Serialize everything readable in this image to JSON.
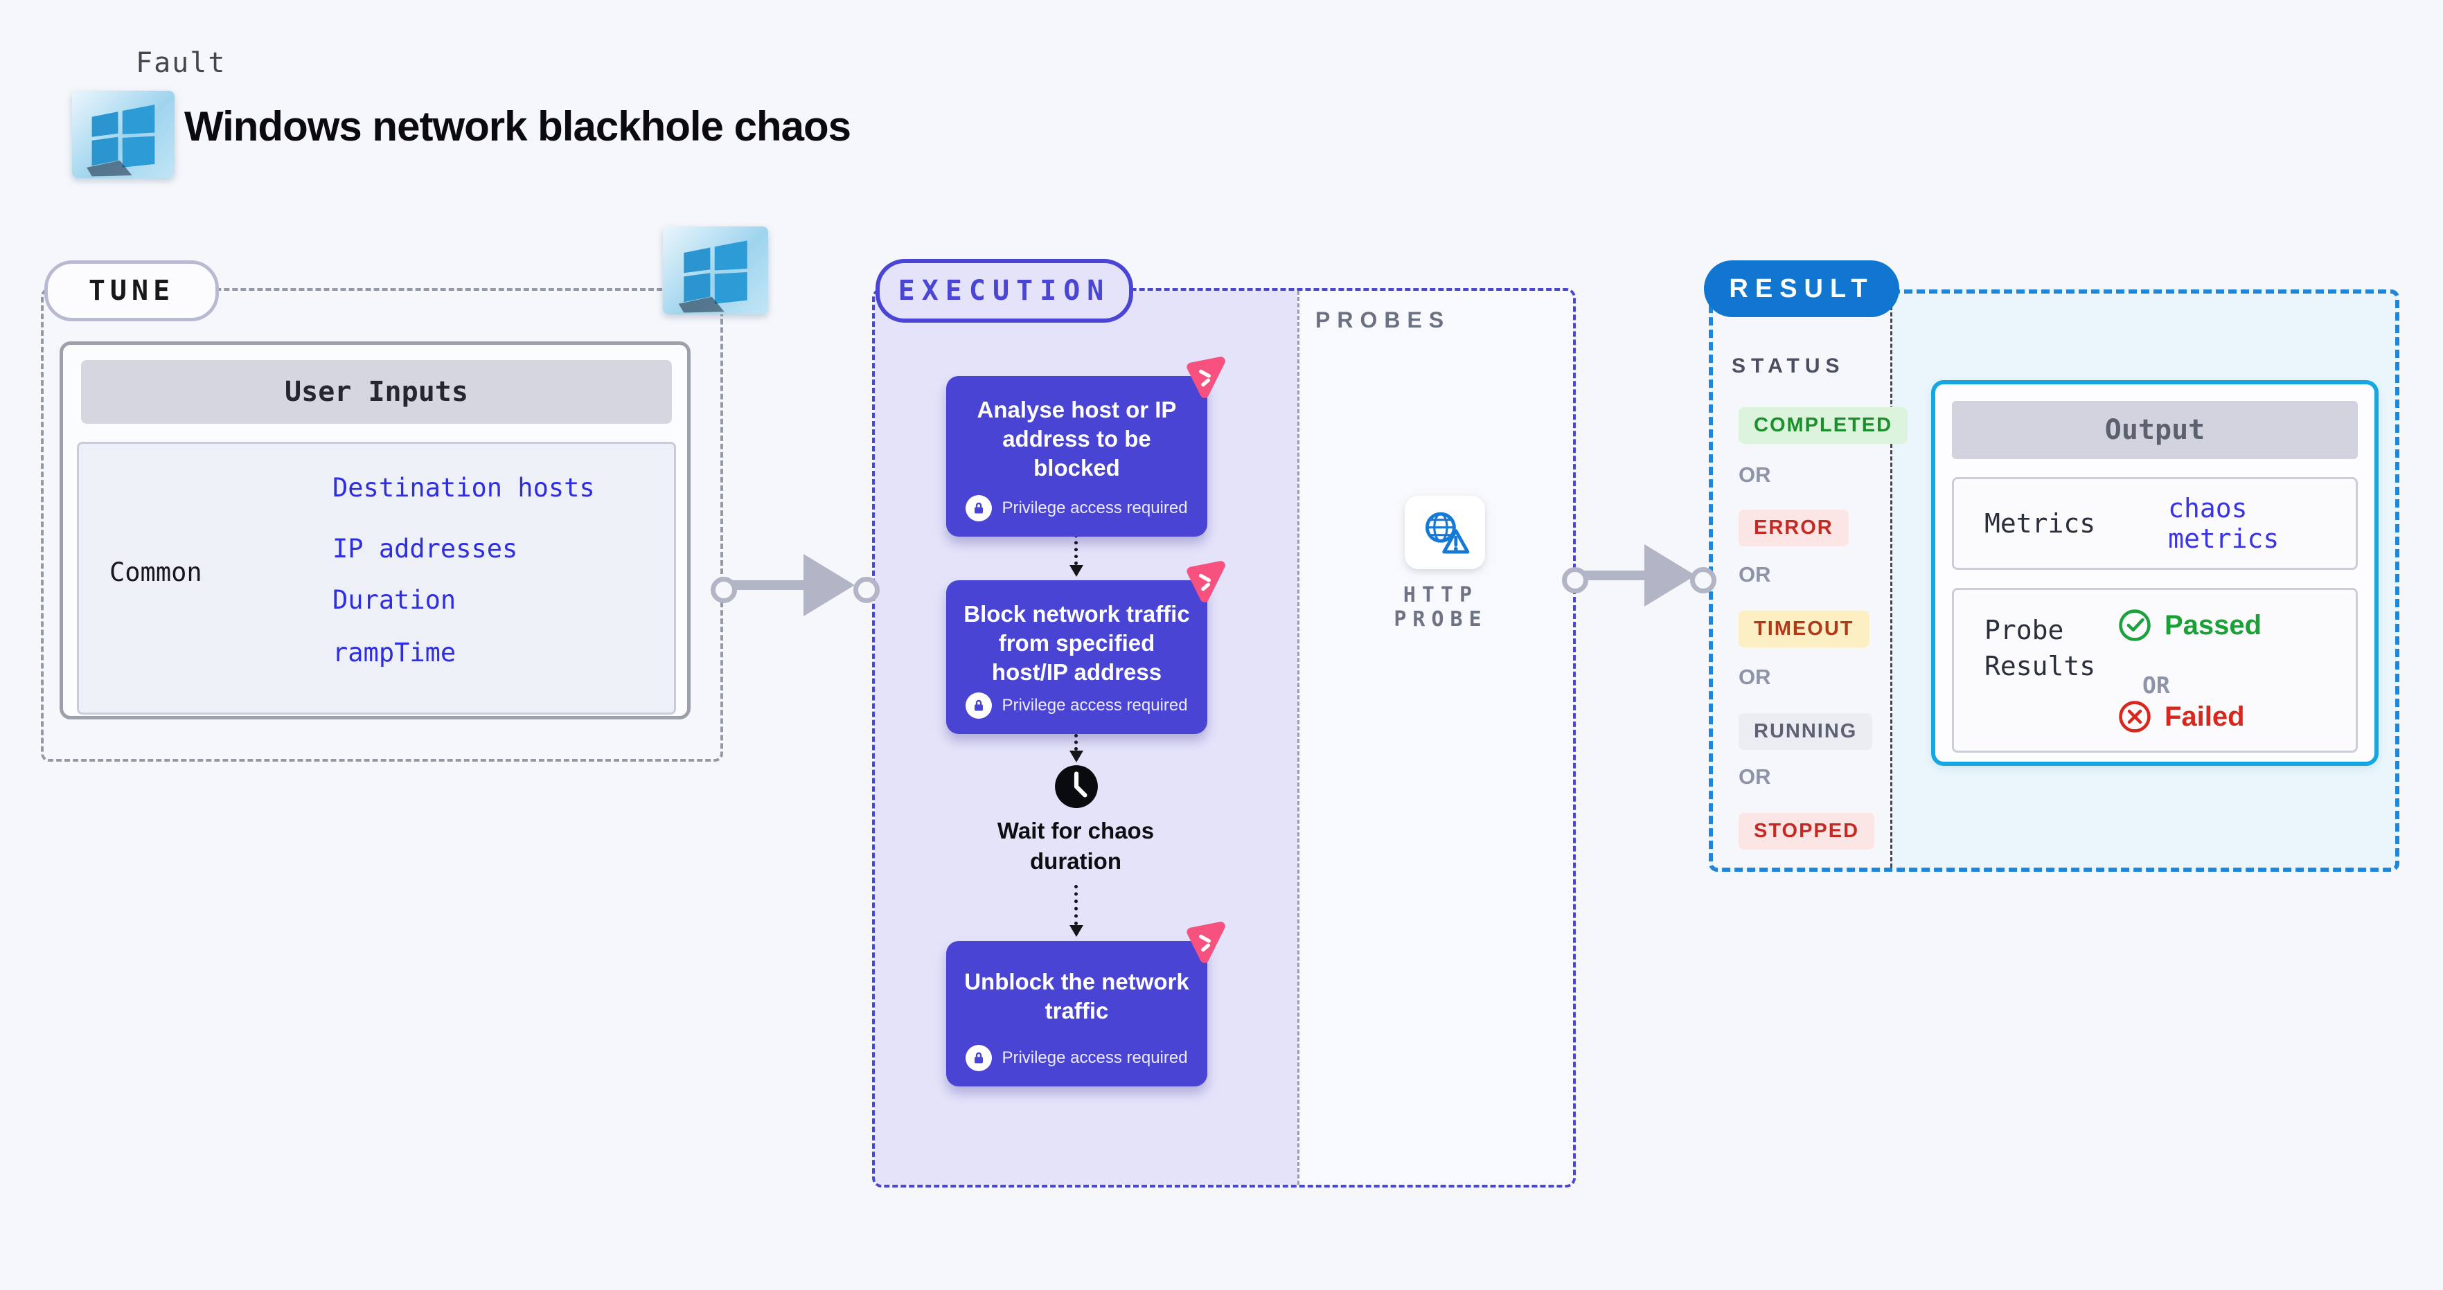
{
  "header": {
    "fault_label": "Fault",
    "title": "Windows network blackhole chaos"
  },
  "tune": {
    "label": "TUNE",
    "table": {
      "header": "User Inputs",
      "row_label": "Common",
      "fields": [
        "Destination hosts",
        "IP addresses",
        "Duration",
        "rampTime"
      ]
    }
  },
  "execution": {
    "label": "EXECUTION",
    "privilege_note": "Privilege access required",
    "steps": [
      {
        "title": "Analyse host or IP address to be blocked"
      },
      {
        "title": "Block network traffic from specified host/IP address"
      },
      {
        "title": "Unblock the network traffic"
      }
    ],
    "wait_label": "Wait for chaos duration"
  },
  "probes": {
    "label": "PROBES",
    "probe_label": "HTTP PROBE"
  },
  "result": {
    "label": "RESULT",
    "status": {
      "title": "STATUS",
      "separator": "OR",
      "badges": [
        {
          "label": "COMPLETED",
          "kind": "success"
        },
        {
          "label": "ERROR",
          "kind": "error"
        },
        {
          "label": "TIMEOUT",
          "kind": "warning"
        },
        {
          "label": "RUNNING",
          "kind": "neutral"
        },
        {
          "label": "STOPPED",
          "kind": "error"
        }
      ]
    },
    "output": {
      "title": "Output",
      "metrics_label": "Metrics",
      "metrics_value": "chaos metrics",
      "probe_results_label": "Probe Results",
      "passed_label": "Passed",
      "or_label": "OR",
      "failed_label": "Failed"
    }
  },
  "colors": {
    "node_purple": "#4a44d4",
    "execution_fill": "#e4e3fa",
    "execution_border": "#4a45d4",
    "result_pill_blue": "#1176d0",
    "result_border_blue": "#1e86d9",
    "output_border_cyan": "#14a7e2",
    "litmus_pink": "#f6517f",
    "success_green": "#1b8f2c",
    "error_red": "#c52a22",
    "warning_amber": "#ae3a17",
    "link_blue": "#2e2ee0",
    "arrow_gray": "#b2b5c5"
  }
}
